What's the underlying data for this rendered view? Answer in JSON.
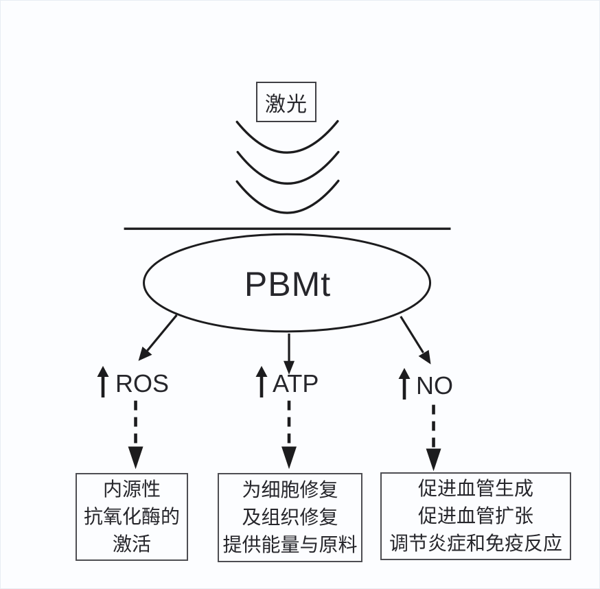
{
  "laser_box": {
    "label": "激光"
  },
  "pbmt_node": {
    "label": "PBMt"
  },
  "mediators": [
    {
      "icon": "up-arrow",
      "label": "ROS"
    },
    {
      "icon": "up-arrow",
      "label": "ATP"
    },
    {
      "icon": "up-arrow",
      "label": "NO"
    }
  ],
  "outcome_boxes": [
    {
      "lines": [
        "内源性",
        "抗氧化酶的",
        "激活"
      ]
    },
    {
      "lines": [
        "为细胞修复",
        "及组织修复",
        "提供能量与原料"
      ]
    },
    {
      "lines": [
        "促进血管生成",
        "促进血管扩张",
        "调节炎症和免疫反应"
      ]
    }
  ],
  "colors": {
    "ink": "#1c1c1e",
    "text": "#26262b",
    "box_border": "#4d4d52",
    "background": "#fcfdff"
  }
}
